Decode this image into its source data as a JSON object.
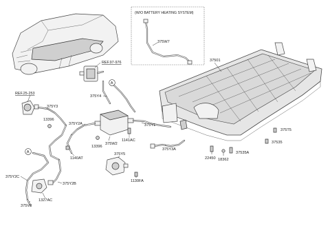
{
  "labels": {
    "box_title": "(W/O BATTERY HEATING SYSTEM)",
    "p375W7": "375W7",
    "ref97976": "REF.97-976",
    "ref25253": "REF.25-253",
    "p37501": "37501",
    "p375Y3": "375Y3",
    "p13396_a": "13396",
    "p375Y4": "375Y4",
    "p375Y2A": "375Y2A",
    "p13396_b": "13396",
    "p375W2": "375W2",
    "p1141AC": "1141AC",
    "p375Y1": "375Y1",
    "p1140AT": "1140AT",
    "p375Y5": "375Y5",
    "p375Y3A": "375Y3A",
    "p375T5": "375T5",
    "p37535": "37535",
    "p37535A": "37535A",
    "p22450": "22450",
    "p18362": "18362",
    "p375Y2C": "375Y2C",
    "p375Y2B": "375Y2B",
    "p1130FA": "1130FA",
    "p1327AC": "1327AC",
    "p375V3": "375V3",
    "callout_a": "A"
  }
}
